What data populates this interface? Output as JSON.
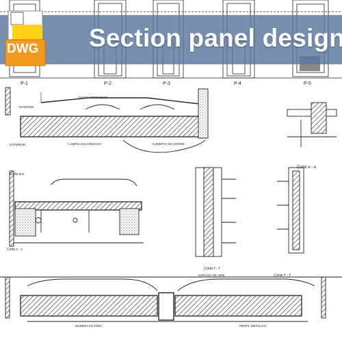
{
  "title": "Section panel design",
  "badge": {
    "label": "DWG",
    "icon": "dwg-file-icon"
  },
  "colors": {
    "banner": "#5a769e",
    "badge_orange": "#f29a1c",
    "badge_yellow": "#ffd21a",
    "hatch": "#444444"
  },
  "drawing": {
    "panel_labels": [
      "P-1",
      "P-2",
      "P-3",
      "P-4",
      "P-5"
    ],
    "section_labels": [
      "Corte e - e",
      "Corte f - f",
      "Corte f' - f'",
      "Corte c - c",
      "Corte a-a"
    ],
    "annotations": [
      "INTERIOR",
      "EXTERIOR",
      "CHAPA ANTIFUEGO",
      "LAMINA GALVANIZADA",
      "CUBIERTA DE CIERRE",
      "MADERA DE PINO",
      "PERFIL METALICO",
      "ESPACIO DE AIRE"
    ]
  }
}
